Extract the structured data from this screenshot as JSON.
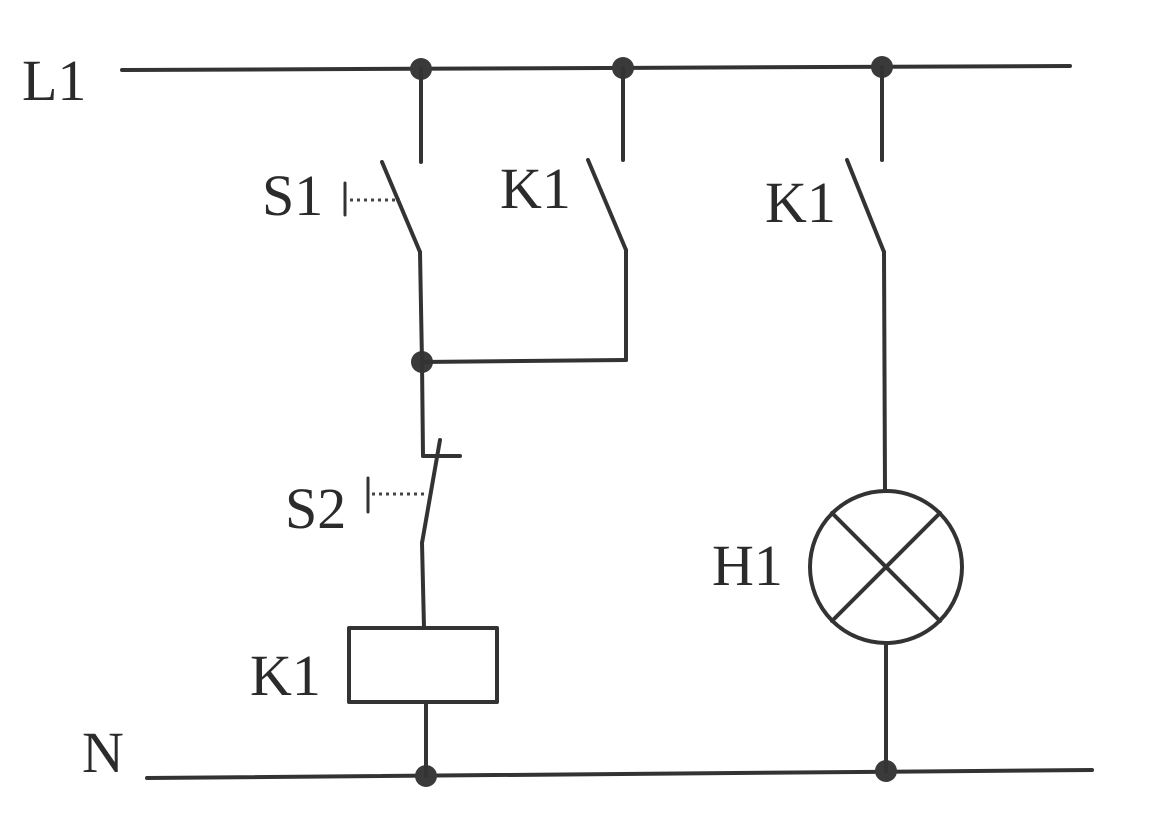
{
  "diagram": {
    "labels": {
      "l1": "L1",
      "n": "N",
      "s1": "S1",
      "s2": "S2",
      "k1_contact_hold": "K1",
      "k1_contact_lamp": "K1",
      "k1_coil": "K1",
      "h1": "H1"
    }
  }
}
